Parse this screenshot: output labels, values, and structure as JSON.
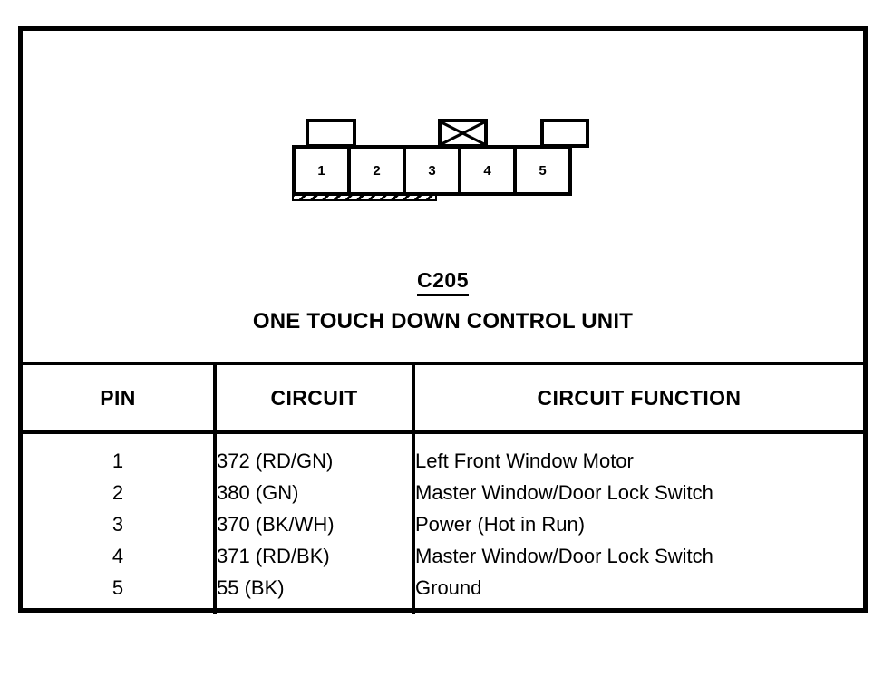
{
  "diagram": {
    "connector_id": "C205",
    "unit_name": "ONE TOUCH DOWN CONTROL UNIT",
    "connector": {
      "pin_labels": [
        "1",
        "2",
        "3",
        "4",
        "5"
      ],
      "tabs": [
        {
          "over_pin": "1",
          "marking": "plain"
        },
        {
          "over_pin": "3",
          "marking": "x-cross"
        },
        {
          "over_pin": "5",
          "marking": "plain"
        }
      ],
      "hatched_shell_covers_pins": [
        "1",
        "2"
      ]
    }
  },
  "table": {
    "headers": [
      "PIN",
      "CIRCUIT",
      "CIRCUIT FUNCTION"
    ],
    "rows": [
      {
        "pin": "1",
        "circuit": "372 (RD/GN)",
        "function": "Left Front Window Motor"
      },
      {
        "pin": "2",
        "circuit": "380 (GN)",
        "function": "Master Window/Door Lock Switch"
      },
      {
        "pin": "3",
        "circuit": "370 (BK/WH)",
        "function": "Power (Hot in Run)"
      },
      {
        "pin": "4",
        "circuit": "371 (RD/BK)",
        "function": "Master Window/Door Lock Switch"
      },
      {
        "pin": "5",
        "circuit": "55 (BK)",
        "function": "Ground"
      }
    ]
  },
  "colors": {
    "ink": "#000000",
    "paper": "#ffffff"
  }
}
